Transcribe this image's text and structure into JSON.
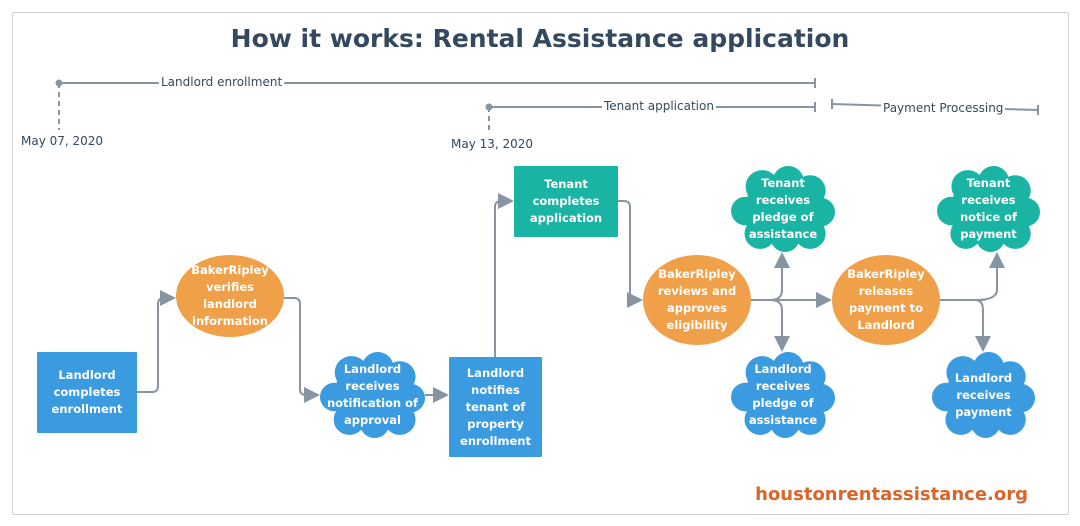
{
  "title": "How it works: Rental Assistance application",
  "timeline": {
    "landlord_enrollment": "Landlord enrollment",
    "tenant_application": "Tenant application",
    "payment_processing": "Payment Processing",
    "date_start": "May 07, 2020",
    "date_tenant": "May 13, 2020"
  },
  "nodes": {
    "n1": "Landlord completes enrollment",
    "n2": "BakerRipley verifies landlord information",
    "n3": "Landlord receives notification of approval",
    "n4": "Landlord notifies tenant of property enrollment",
    "n5": "Tenant completes application",
    "n6": "BakerRipley reviews and approves eligibility",
    "n7": "Tenant receives pledge of assistance",
    "n8": "Landlord receives pledge of assistance",
    "n9": "BakerRipley releases payment to Landlord",
    "n10": "Tenant receives notice of payment",
    "n11": "Landlord receives payment"
  },
  "colors": {
    "landlord": "#3a9be0",
    "tenant": "#1ab4a5",
    "bakerripley": "#f0a049",
    "brand": "#d8652a"
  },
  "footer_url": "houstonrentassistance.org"
}
